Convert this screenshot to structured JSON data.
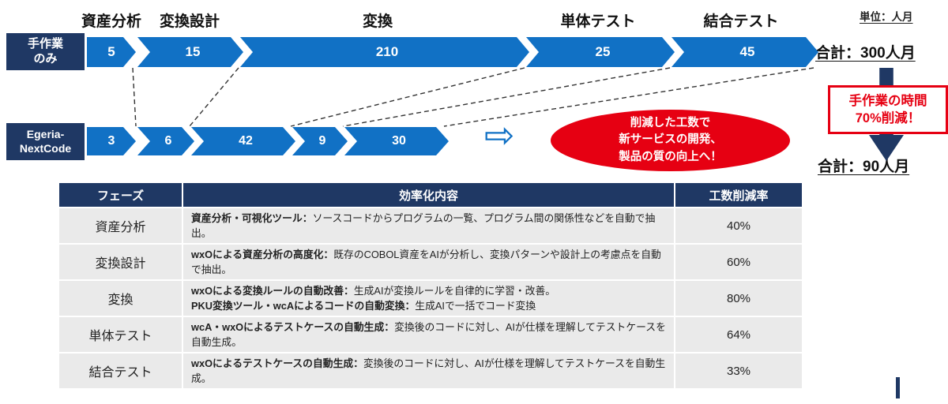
{
  "unit_label": "単位：人月",
  "phases": [
    "資産分析",
    "変換設計",
    "変換",
    "単体テスト",
    "結合テスト"
  ],
  "flow": {
    "manual": {
      "label_line1": "手作業",
      "label_line2": "のみ",
      "values": [
        "5",
        "15",
        "210",
        "25",
        "45"
      ],
      "total": "合計：300人月"
    },
    "egeria": {
      "label_line1": "Egeria-",
      "label_line2": "NextCode",
      "values": [
        "3",
        "6",
        "42",
        "9",
        "30"
      ],
      "total": "合計：90人月"
    }
  },
  "callout": {
    "lines": [
      "削減した工数で",
      "新サービスの開発、",
      "製品の質の向上へ！"
    ]
  },
  "reduction": {
    "lines": [
      "手作業の時間",
      "70%削減！"
    ]
  },
  "icons": {
    "right_arrow": "⇨"
  },
  "table": {
    "headers": [
      "フェーズ",
      "効率化内容",
      "工数削減率"
    ],
    "rows": [
      {
        "phase": "資産分析",
        "segments": [
          {
            "bold": "資産分析・可視化ツール：",
            "text": "ソースコードからプログラムの一覧、プログラム間の関係性などを自動で抽出。"
          }
        ],
        "rate": "40%"
      },
      {
        "phase": "変換設計",
        "segments": [
          {
            "bold": "wxOによる資産分析の高度化：",
            "text": "既存のCOBOL資産をAIが分析し、変換パターンや設計上の考慮点を自動で抽出。"
          }
        ],
        "rate": "60%"
      },
      {
        "phase": "変換",
        "segments": [
          {
            "bold": "wxOによる変換ルールの自動改善：",
            "text": "生成AIが変換ルールを自律的に学習・改善。"
          },
          {
            "bold": "PKU変換ツール・wcAによるコードの自動変換：",
            "text": "生成AIで一括でコード変換"
          }
        ],
        "rate": "80%"
      },
      {
        "phase": "単体テスト",
        "segments": [
          {
            "bold": "wcA・wxOによるテストケースの自動生成：",
            "text": "変換後のコードに対し、AIが仕様を理解してテストケースを自動生成。"
          }
        ],
        "rate": "64%"
      },
      {
        "phase": "結合テスト",
        "segments": [
          {
            "bold": "wxOによるテストケースの自動生成：",
            "text": "変換後のコードに対し、AIが仕様を理解してテストケースを自動生成。"
          }
        ],
        "rate": "33%"
      }
    ]
  },
  "colors": {
    "chevron_blue": "#1171c5",
    "navy": "#1f3864",
    "red": "#e60012",
    "row_gray": "#eaeaea"
  }
}
